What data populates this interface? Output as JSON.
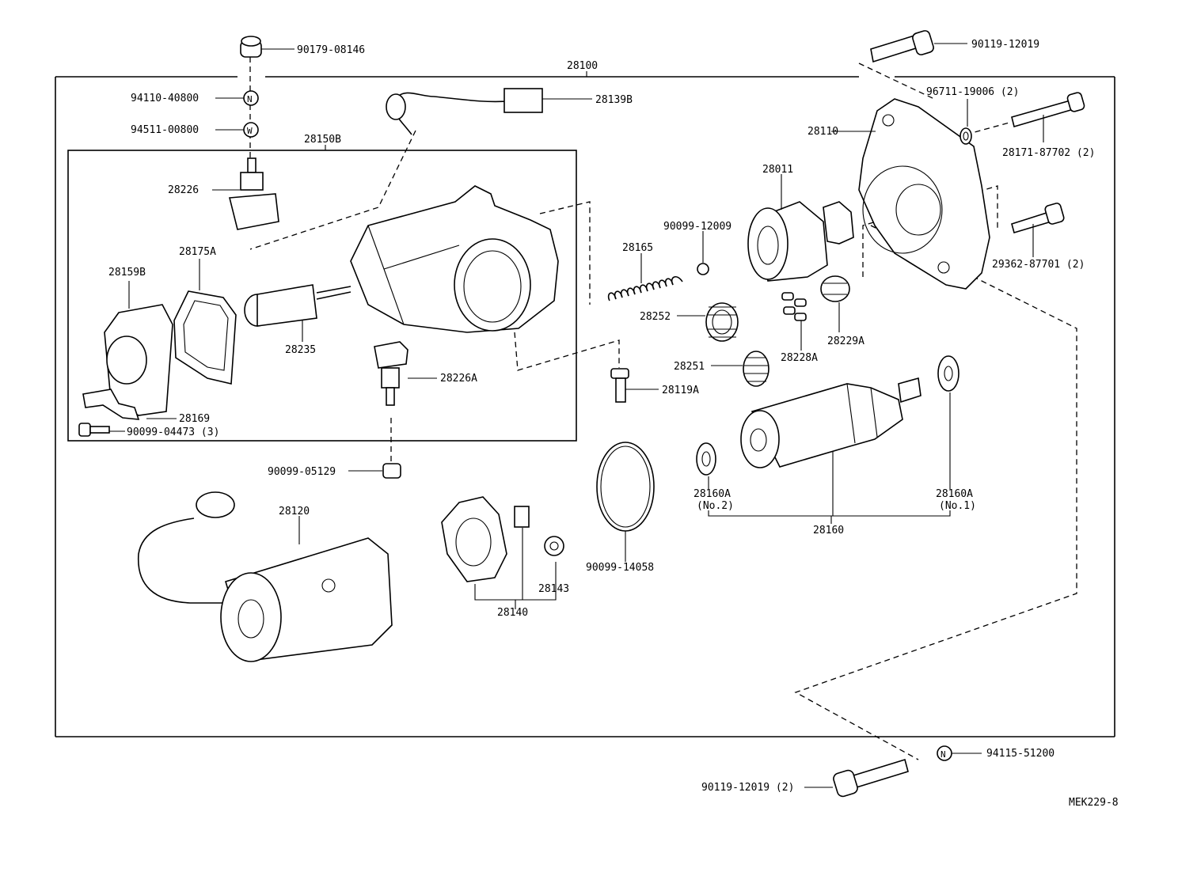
{
  "diagram": {
    "drawing_code": "MEK229-8",
    "labels": {
      "p90179_08146": "90179-08146",
      "p94110_40800": "94110-40800",
      "p94511_00800": "94511-00800",
      "p28100": "28100",
      "p28139b": "28139B",
      "p28150b": "28150B",
      "p28226": "28226",
      "p28175a": "28175A",
      "p28159b": "28159B",
      "p28235": "28235",
      "p28226a": "28226A",
      "p28169": "28169",
      "p90099_04473": "90099-04473 (3)",
      "p90099_05129": "90099-05129",
      "p28120": "28120",
      "p28140": "28140",
      "p28143": "28143",
      "p90099_14058": "90099-14058",
      "p28165": "28165",
      "p90099_12009": "90099-12009",
      "p28252": "28252",
      "p28251": "28251",
      "p28119a": "28119A",
      "p28011": "28011",
      "p28228a": "28228A",
      "p28229a": "28229A",
      "p28110": "28110",
      "p90119_12019": "90119-12019",
      "p96711_19006": "96711-19006 (2)",
      "p28171_87702": "28171-87702 (2)",
      "p29362_87701": "29362-87701 (2)",
      "p28160a_no2": "28160A",
      "no2": "(No.2)",
      "p28160a_no1": "28160A",
      "no1": "(No.1)",
      "p28160": "28160",
      "p94115_51200": "94115-51200",
      "p90119_12019_2": "90119-12019 (2)"
    },
    "washer_letters": {
      "n": "N",
      "w": "W"
    }
  }
}
